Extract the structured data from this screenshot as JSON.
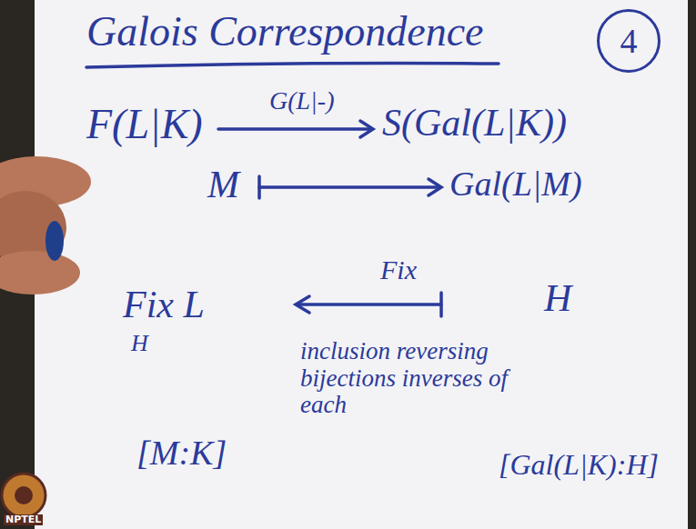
{
  "diagram": {
    "title": "Galois Correspondence",
    "nodes": [
      {
        "text": [
          "4"
        ]
      }
    ],
    "labels": [
      "F(L|K)",
      "G(L|-)",
      "S(Gal(L|K))",
      "M",
      "Gal(L|M)",
      "Fix",
      "Fix L",
      "H",
      "H",
      "inclusion reversing bijections inverses of each",
      "[M:K]",
      "[Gal(L|K):H]",
      "NPTEL"
    ]
  }
}
